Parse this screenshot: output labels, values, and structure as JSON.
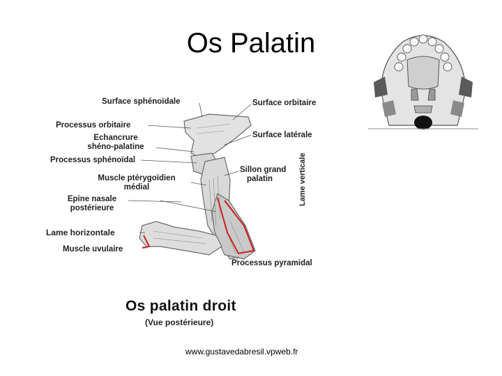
{
  "title": "Os Palatin",
  "labels": {
    "surface_sphenoidale": "Surface sphénoïdale",
    "surface_orbitaire": "Surface orbitaire",
    "processus_orbitaire": "Processus orbitaire",
    "echancrure_1": "Echancrure",
    "echancrure_2": "shéno-palatine",
    "surface_laterale": "Surface latérale",
    "processus_sphenoidal": "Processus sphénoïdal",
    "sillon_1": "Sillon grand",
    "sillon_2": "palatin",
    "muscle_ptery_1": "Muscle ptérygoïdien",
    "muscle_ptery_2": "médial",
    "epine_1": "Epine nasale",
    "epine_2": "postérieure",
    "lame_horizontale": "Lame horizontale",
    "muscle_uvulaire": "Muscle uvulaire",
    "processus_pyramidal": "Processus pyramidal",
    "lame_verticale": "Lame verticale"
  },
  "caption": {
    "title": "Os palatin droit",
    "subtitle": "(Vue postérieure)"
  },
  "footer": "www.gustavedabresil.vpweb.fr",
  "colors": {
    "highlight": "#cc1f1f",
    "bone_fill": "#d8d8d8",
    "bone_stroke": "#6a6a6a"
  }
}
